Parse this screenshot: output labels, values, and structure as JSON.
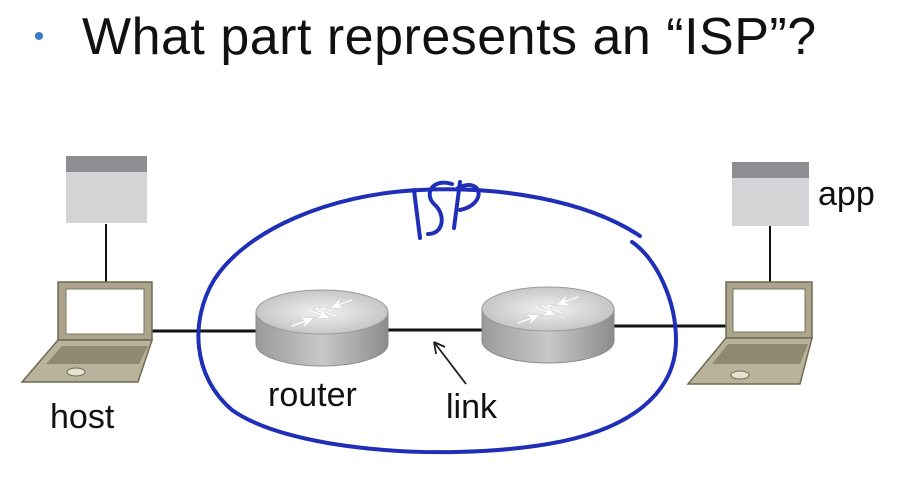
{
  "slide": {
    "bullet": "•",
    "question": "What part represents an “ISP”?"
  },
  "diagram": {
    "labels": {
      "app": "app",
      "host": "host",
      "router": "router",
      "link": "link"
    },
    "annotation": {
      "handwritten_text": "ISP",
      "ink_color": "#1f2fb8"
    },
    "colors": {
      "app_window": "#d4d4d6",
      "app_titlebar": "#8e8e92",
      "router_body": "#bfbfbf",
      "laptop_frame": "#aaa58c",
      "link_line": "#111111"
    }
  }
}
